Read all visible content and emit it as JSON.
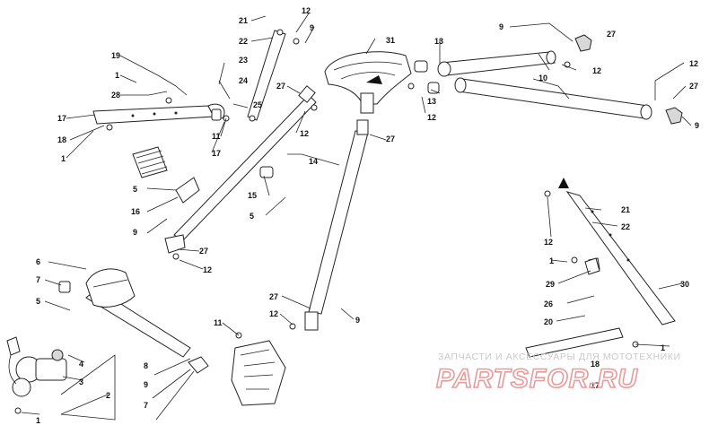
{
  "watermark": {
    "line1": "ЗАПЧАСТИ И АКСЕССУАРЫ ДЛЯ МОТОТЕХНИКИ",
    "line2": "PARTSFOR.RU"
  },
  "callouts": {
    "c1a": "1",
    "c1b": "1",
    "c1c": "1",
    "c1d": "1",
    "c1e": "1",
    "c2": "2",
    "c3": "3",
    "c4": "4",
    "c5a": "5",
    "c5b": "5",
    "c5c": "5",
    "c6": "6",
    "c7a": "7",
    "c7b": "7",
    "c8": "8",
    "c9a": "9",
    "c9b": "9",
    "c9c": "9",
    "c9d": "9",
    "c9e": "9",
    "c9f": "9",
    "c10": "10",
    "c11a": "11",
    "c11b": "11",
    "c12a": "12",
    "c12b": "12",
    "c12c": "12",
    "c12d": "12",
    "c12e": "12",
    "c12f": "12",
    "c12g": "12",
    "c12h": "12",
    "c13a": "13",
    "c13b": "13",
    "c14": "14",
    "c15": "15",
    "c16": "16",
    "c17a": "17",
    "c17b": "17",
    "c17c": "17",
    "c18a": "18",
    "c18b": "18",
    "c19": "19",
    "c20": "20",
    "c21a": "21",
    "c21b": "21",
    "c22a": "22",
    "c22b": "22",
    "c23": "23",
    "c24": "24",
    "c25": "25",
    "c26": "26",
    "c27a": "27",
    "c27b": "27",
    "c27c": "27",
    "c27d": "27",
    "c27e": "27",
    "c27f": "27",
    "c28": "28",
    "c29": "29",
    "c30": "30",
    "c31": "31"
  }
}
